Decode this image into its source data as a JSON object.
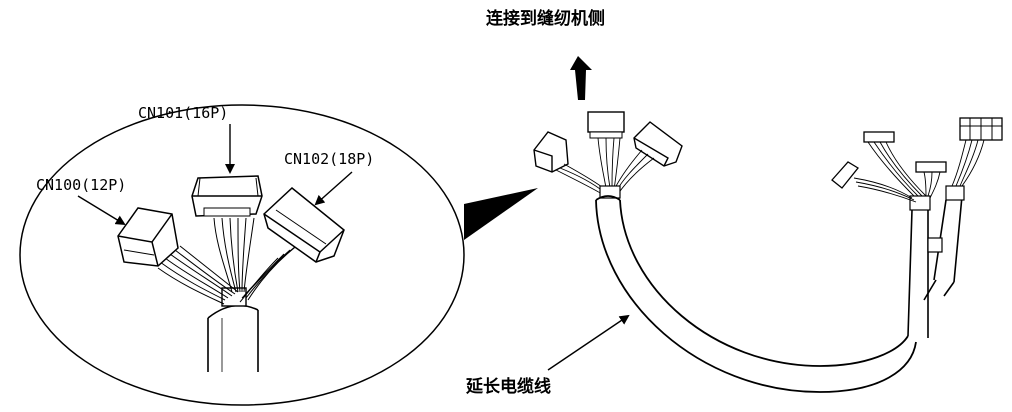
{
  "labels": {
    "cn100": "CN100(12P)",
    "cn101": "CN101(16P)",
    "cn102": "CN102(18P)",
    "to_machine": "连接到缝纫机侧",
    "extension_cable": "延长电缆线"
  },
  "colors": {
    "line": "#000000",
    "background": "#ffffff",
    "callout_fill": "#000000"
  }
}
